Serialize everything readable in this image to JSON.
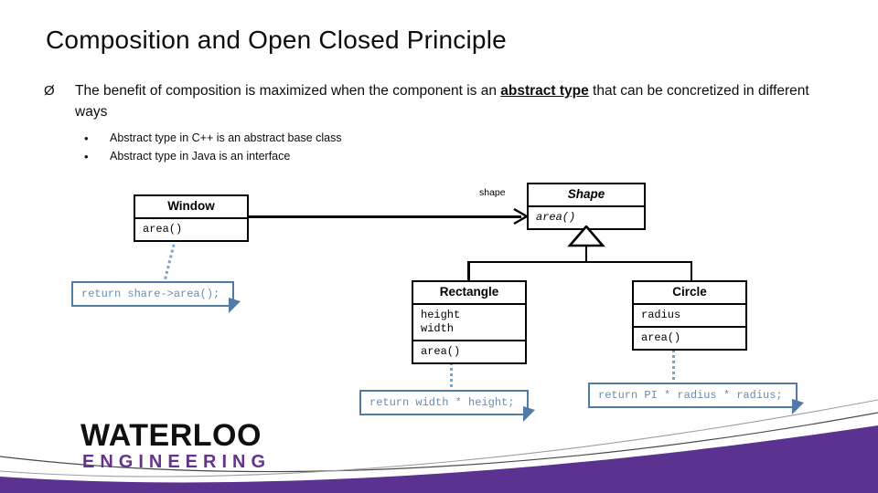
{
  "slide": {
    "title": "Composition and Open Closed Principle",
    "bullets": [
      {
        "marker": "Ø",
        "text_before": "The benefit of composition is maximized when the component is an ",
        "emphasis": "abstract type",
        "text_after": " that can be concretized in different ways"
      }
    ],
    "sub_bullets": [
      {
        "marker": "•",
        "text": "Abstract type in C++ is an abstract base class"
      },
      {
        "marker": "•",
        "text": "Abstract type in Java is an interface"
      }
    ]
  },
  "diagram": {
    "type": "uml-class-diagram",
    "classes": [
      {
        "id": "window",
        "name": "Window",
        "abstract": false,
        "attributes": [],
        "operations": [
          "area()"
        ]
      },
      {
        "id": "shape",
        "name": "Shape",
        "abstract": true,
        "attributes": [],
        "operations": [
          "area()"
        ]
      },
      {
        "id": "rectangle",
        "name": "Rectangle",
        "abstract": false,
        "attributes": [
          "height",
          "width"
        ],
        "operations": [
          "area()"
        ]
      },
      {
        "id": "circle",
        "name": "Circle",
        "abstract": false,
        "attributes": [
          "radius"
        ],
        "operations": [
          "area()"
        ]
      }
    ],
    "association_role_label": "shape",
    "relationships": [
      {
        "kind": "association",
        "from": "window",
        "to": "shape",
        "role": "shape"
      },
      {
        "kind": "generalization",
        "from": "rectangle",
        "to": "shape"
      },
      {
        "kind": "generalization",
        "from": "circle",
        "to": "shape"
      }
    ],
    "notes": [
      {
        "id": "note-window-area",
        "attached_to": "window.area()",
        "text": "return share->area();"
      },
      {
        "id": "note-rectangle-area",
        "attached_to": "rectangle.area()",
        "text": "return width * height;"
      },
      {
        "id": "note-circle-area",
        "attached_to": "circle.area()",
        "text": "return PI * radius * radius;"
      }
    ]
  },
  "logo": {
    "line1": "WATERLOO",
    "line2": "ENGINEERING"
  },
  "colors": {
    "note_border": "#527AA6",
    "note_text": "#6A8CB0",
    "note_link": "#7FA3C4",
    "brand_purple": "#64348C",
    "swoosh_purple": "#5B3290",
    "text": "#0D0D0D"
  }
}
